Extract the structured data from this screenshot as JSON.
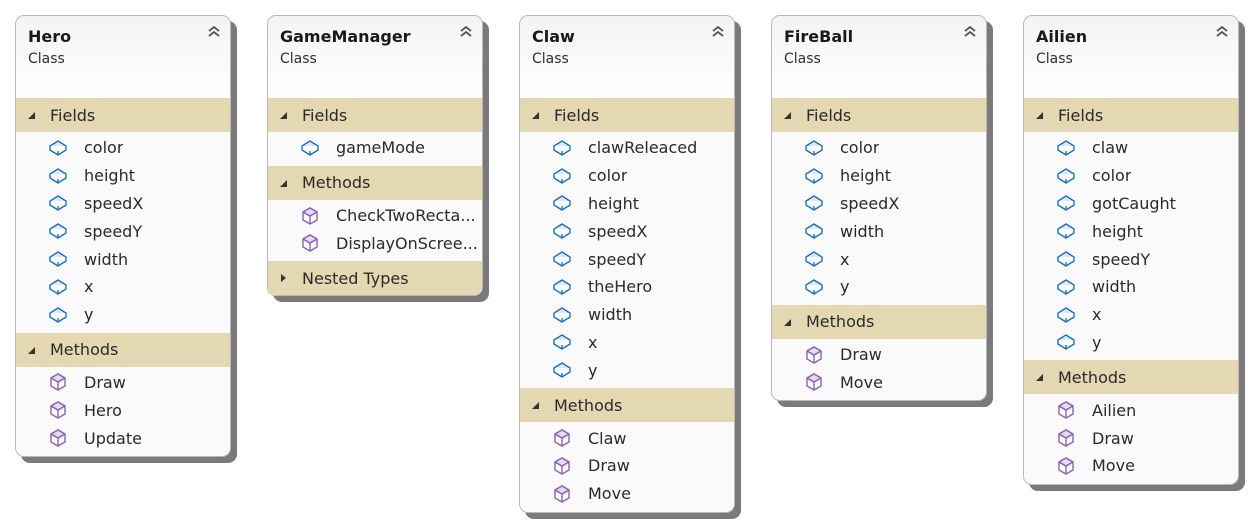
{
  "classes": [
    {
      "name": "Hero",
      "stereotype": "Class",
      "fields_label": "Fields",
      "fields": [
        "color",
        "height",
        "speedX",
        "speedY",
        "width",
        "x",
        "y"
      ],
      "methods_label": "Methods",
      "methods": [
        "Draw",
        "Hero",
        "Update"
      ]
    },
    {
      "name": "GameManager",
      "stereotype": "Class",
      "fields_label": "Fields",
      "fields": [
        "gameMode"
      ],
      "methods_label": "Methods",
      "methods": [
        "CheckTwoRecta...",
        "DisplayOnScree..."
      ],
      "nested_label": "Nested Types"
    },
    {
      "name": "Claw",
      "stereotype": "Class",
      "fields_label": "Fields",
      "fields": [
        "clawReleaced",
        "color",
        "height",
        "speedX",
        "speedY",
        "theHero",
        "width",
        "x",
        "y"
      ],
      "methods_label": "Methods",
      "methods": [
        "Claw",
        "Draw",
        "Move"
      ]
    },
    {
      "name": "FireBall",
      "stereotype": "Class",
      "fields_label": "Fields",
      "fields": [
        "color",
        "height",
        "speedX",
        "width",
        "x",
        "y"
      ],
      "methods_label": "Methods",
      "methods": [
        "Draw",
        "Move"
      ]
    },
    {
      "name": "Ailien",
      "stereotype": "Class",
      "fields_label": "Fields",
      "fields": [
        "claw",
        "color",
        "gotCaught",
        "height",
        "speedY",
        "width",
        "x",
        "y"
      ],
      "methods_label": "Methods",
      "methods": [
        "Ailien",
        "Draw",
        "Move"
      ]
    }
  ],
  "icons": {
    "collapse": "double-chevron-up-icon",
    "section_expanded": "triangle-expanded-icon",
    "section_collapsed": "triangle-collapsed-icon",
    "field": "field-icon",
    "method": "method-icon"
  },
  "colors": {
    "section_header": "#e4d8b2",
    "field_icon": "#1f6fb5",
    "method_icon": "#8a63b0"
  }
}
